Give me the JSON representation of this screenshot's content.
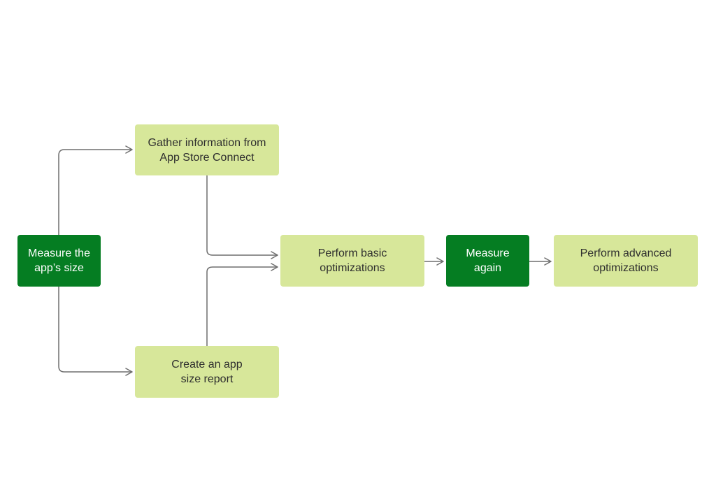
{
  "diagram": {
    "nodes": {
      "measure_size": {
        "label": "Measure the\napp’s size",
        "style": "dark"
      },
      "gather_info": {
        "label": "Gather information from\nApp Store Connect",
        "style": "light"
      },
      "size_report": {
        "label": "Create an app\nsize report",
        "style": "light"
      },
      "basic_opt": {
        "label": "Perform basic\noptimizations",
        "style": "light"
      },
      "measure_again": {
        "label": "Measure\nagain",
        "style": "dark"
      },
      "advanced_opt": {
        "label": "Perform advanced\noptimizations",
        "style": "light"
      }
    },
    "edges": [
      {
        "from": "measure_size",
        "to": "gather_info"
      },
      {
        "from": "measure_size",
        "to": "size_report"
      },
      {
        "from": "gather_info",
        "to": "basic_opt"
      },
      {
        "from": "size_report",
        "to": "basic_opt"
      },
      {
        "from": "basic_opt",
        "to": "measure_again"
      },
      {
        "from": "measure_again",
        "to": "advanced_opt"
      }
    ],
    "colors": {
      "dark_node": "#057d22",
      "light_node": "#d7e79a",
      "connector": "#6e6e6e"
    }
  }
}
